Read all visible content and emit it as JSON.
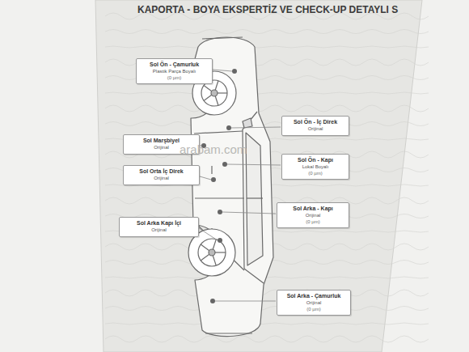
{
  "diagram": {
    "title": "KAPORTA - BOYA EKSPERTİZ VE CHECK-UP DETAYLI S",
    "nodes": [
      {
        "text": [
          "Sol Ön - Çamurluk",
          "Plastik Parça Boyalı",
          "(0 µm)"
        ]
      },
      {
        "text": [
          "Sol Ön - İç Direk",
          "Orijinal"
        ]
      },
      {
        "text": [
          "Sol Marşbiyel",
          "Orijinal"
        ]
      },
      {
        "text": [
          "Sol Orta İç Direk",
          "Orijinal"
        ]
      },
      {
        "text": [
          "Sol Ön - Kapı",
          "Lokal Boyalı",
          "(0 µm)"
        ]
      },
      {
        "text": [
          "Sol Arka - Kapı",
          "Orijinal",
          "(0 µm)"
        ]
      },
      {
        "text": [
          "Sol Arka Kapı İçi",
          "Orijinal"
        ]
      },
      {
        "text": [
          "Sol Arka - Çamurluk",
          "Orijinal",
          "(0 µm)"
        ]
      }
    ],
    "labels": [
      "arabam.com"
    ]
  }
}
